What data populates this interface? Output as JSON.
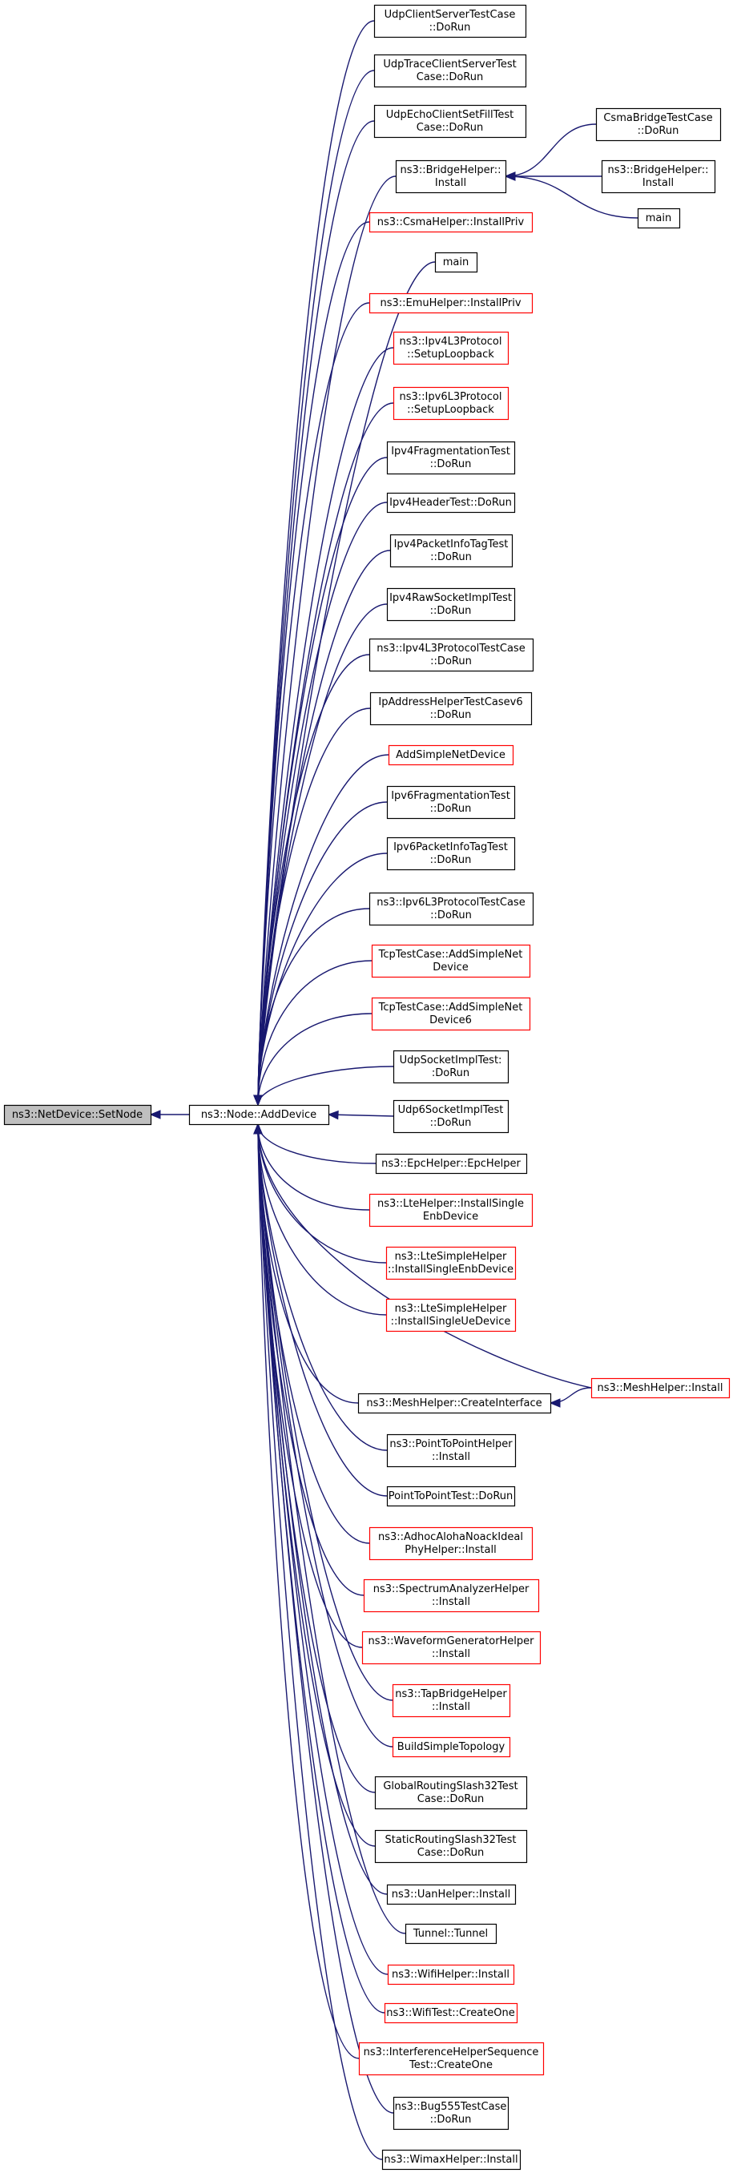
{
  "colors": {
    "edge": "#191970",
    "node_border": "#000000",
    "node_border_truncated": "#ff0000",
    "root_fill": "#bfbfbf"
  },
  "nodes": [
    {
      "id": "setnode",
      "lines": [
        "ns3::NetDevice::SetNode"
      ],
      "style": "root"
    },
    {
      "id": "adddevice",
      "lines": [
        "ns3::Node::AddDevice"
      ],
      "style": "black"
    },
    {
      "id": "c01",
      "lines": [
        "UdpClientServerTestCase",
        "::DoRun"
      ],
      "style": "black"
    },
    {
      "id": "c02",
      "lines": [
        "UdpTraceClientServerTest",
        "Case::DoRun"
      ],
      "style": "black"
    },
    {
      "id": "c03",
      "lines": [
        "UdpEchoClientSetFillTest",
        "Case::DoRun"
      ],
      "style": "black"
    },
    {
      "id": "c04",
      "lines": [
        "ns3::BridgeHelper::",
        "Install"
      ],
      "style": "black"
    },
    {
      "id": "c05",
      "lines": [
        "ns3::CsmaHelper::InstallPriv"
      ],
      "style": "red"
    },
    {
      "id": "c06",
      "lines": [
        "main"
      ],
      "style": "black"
    },
    {
      "id": "c07",
      "lines": [
        "ns3::EmuHelper::InstallPriv"
      ],
      "style": "red"
    },
    {
      "id": "c08",
      "lines": [
        "ns3::Ipv4L3Protocol",
        "::SetupLoopback"
      ],
      "style": "red"
    },
    {
      "id": "c09",
      "lines": [
        "ns3::Ipv6L3Protocol",
        "::SetupLoopback"
      ],
      "style": "red"
    },
    {
      "id": "c10",
      "lines": [
        "Ipv4FragmentationTest",
        "::DoRun"
      ],
      "style": "black"
    },
    {
      "id": "c11",
      "lines": [
        "Ipv4HeaderTest::DoRun"
      ],
      "style": "black"
    },
    {
      "id": "c12",
      "lines": [
        "Ipv4PacketInfoTagTest",
        "::DoRun"
      ],
      "style": "black"
    },
    {
      "id": "c13",
      "lines": [
        "Ipv4RawSocketImplTest",
        "::DoRun"
      ],
      "style": "black"
    },
    {
      "id": "c14",
      "lines": [
        "ns3::Ipv4L3ProtocolTestCase",
        "::DoRun"
      ],
      "style": "black"
    },
    {
      "id": "c15",
      "lines": [
        "IpAddressHelperTestCasev6",
        "::DoRun"
      ],
      "style": "black"
    },
    {
      "id": "c16",
      "lines": [
        "AddSimpleNetDevice"
      ],
      "style": "red"
    },
    {
      "id": "c17",
      "lines": [
        "Ipv6FragmentationTest",
        "::DoRun"
      ],
      "style": "black"
    },
    {
      "id": "c18",
      "lines": [
        "Ipv6PacketInfoTagTest",
        "::DoRun"
      ],
      "style": "black"
    },
    {
      "id": "c19",
      "lines": [
        "ns3::Ipv6L3ProtocolTestCase",
        "::DoRun"
      ],
      "style": "black"
    },
    {
      "id": "c20",
      "lines": [
        "TcpTestCase::AddSimpleNet",
        "Device"
      ],
      "style": "red"
    },
    {
      "id": "c21",
      "lines": [
        "TcpTestCase::AddSimpleNet",
        "Device6"
      ],
      "style": "red"
    },
    {
      "id": "c22",
      "lines": [
        "UdpSocketImplTest:",
        ":DoRun"
      ],
      "style": "black"
    },
    {
      "id": "c23",
      "lines": [
        "Udp6SocketImplTest",
        "::DoRun"
      ],
      "style": "black"
    },
    {
      "id": "c24",
      "lines": [
        "ns3::EpcHelper::EpcHelper"
      ],
      "style": "black"
    },
    {
      "id": "c25",
      "lines": [
        "ns3::LteHelper::InstallSingle",
        "EnbDevice"
      ],
      "style": "red"
    },
    {
      "id": "c26",
      "lines": [
        "ns3::LteSimpleHelper",
        "::InstallSingleEnbDevice"
      ],
      "style": "red"
    },
    {
      "id": "c27",
      "lines": [
        "ns3::LteSimpleHelper",
        "::InstallSingleUeDevice"
      ],
      "style": "red"
    },
    {
      "id": "c28",
      "lines": [
        "ns3::MeshHelper::CreateInterface"
      ],
      "style": "black"
    },
    {
      "id": "c29",
      "lines": [
        "ns3::PointToPointHelper",
        "::Install"
      ],
      "style": "black"
    },
    {
      "id": "c30",
      "lines": [
        "PointToPointTest::DoRun"
      ],
      "style": "black"
    },
    {
      "id": "c31",
      "lines": [
        "ns3::AdhocAlohaNoackIdeal",
        "PhyHelper::Install"
      ],
      "style": "red"
    },
    {
      "id": "c32",
      "lines": [
        "ns3::SpectrumAnalyzerHelper",
        "::Install"
      ],
      "style": "red"
    },
    {
      "id": "c33",
      "lines": [
        "ns3::WaveformGeneratorHelper",
        "::Install"
      ],
      "style": "red"
    },
    {
      "id": "c34",
      "lines": [
        "ns3::TapBridgeHelper",
        "::Install"
      ],
      "style": "red"
    },
    {
      "id": "c35",
      "lines": [
        "BuildSimpleTopology"
      ],
      "style": "red"
    },
    {
      "id": "c36",
      "lines": [
        "GlobalRoutingSlash32Test",
        "Case::DoRun"
      ],
      "style": "black"
    },
    {
      "id": "c37",
      "lines": [
        "StaticRoutingSlash32Test",
        "Case::DoRun"
      ],
      "style": "black"
    },
    {
      "id": "c38",
      "lines": [
        "ns3::UanHelper::Install"
      ],
      "style": "black"
    },
    {
      "id": "c39",
      "lines": [
        "Tunnel::Tunnel"
      ],
      "style": "black"
    },
    {
      "id": "c40",
      "lines": [
        "ns3::WifiHelper::Install"
      ],
      "style": "red"
    },
    {
      "id": "c41",
      "lines": [
        "ns3::WifiTest::CreateOne"
      ],
      "style": "red"
    },
    {
      "id": "c42",
      "lines": [
        "ns3::InterferenceHelperSequence",
        "Test::CreateOne"
      ],
      "style": "red"
    },
    {
      "id": "c43",
      "lines": [
        "ns3::Bug555TestCase",
        "::DoRun"
      ],
      "style": "black"
    },
    {
      "id": "c44",
      "lines": [
        "ns3::WimaxHelper::Install"
      ],
      "style": "black"
    },
    {
      "id": "b1",
      "lines": [
        "CsmaBridgeTestCase",
        "::DoRun"
      ],
      "style": "black"
    },
    {
      "id": "b2",
      "lines": [
        "ns3::BridgeHelper::",
        "Install"
      ],
      "style": "black"
    },
    {
      "id": "b3",
      "lines": [
        "main"
      ],
      "style": "black"
    },
    {
      "id": "m1",
      "lines": [
        "ns3::MeshHelper::Install"
      ],
      "style": "red"
    }
  ],
  "edges": [
    {
      "from": "adddevice",
      "to": "setnode"
    },
    {
      "from": "c01",
      "to": "adddevice"
    },
    {
      "from": "c02",
      "to": "adddevice"
    },
    {
      "from": "c03",
      "to": "adddevice"
    },
    {
      "from": "c04",
      "to": "adddevice"
    },
    {
      "from": "c05",
      "to": "adddevice"
    },
    {
      "from": "c06",
      "to": "adddevice"
    },
    {
      "from": "c07",
      "to": "adddevice"
    },
    {
      "from": "c08",
      "to": "adddevice"
    },
    {
      "from": "c09",
      "to": "adddevice"
    },
    {
      "from": "c10",
      "to": "adddevice"
    },
    {
      "from": "c11",
      "to": "adddevice"
    },
    {
      "from": "c12",
      "to": "adddevice"
    },
    {
      "from": "c13",
      "to": "adddevice"
    },
    {
      "from": "c14",
      "to": "adddevice"
    },
    {
      "from": "c15",
      "to": "adddevice"
    },
    {
      "from": "c16",
      "to": "adddevice"
    },
    {
      "from": "c17",
      "to": "adddevice"
    },
    {
      "from": "c18",
      "to": "adddevice"
    },
    {
      "from": "c19",
      "to": "adddevice"
    },
    {
      "from": "c20",
      "to": "adddevice"
    },
    {
      "from": "c21",
      "to": "adddevice"
    },
    {
      "from": "c22",
      "to": "adddevice"
    },
    {
      "from": "c23",
      "to": "adddevice"
    },
    {
      "from": "c24",
      "to": "adddevice"
    },
    {
      "from": "c25",
      "to": "adddevice"
    },
    {
      "from": "c26",
      "to": "adddevice"
    },
    {
      "from": "c27",
      "to": "adddevice"
    },
    {
      "from": "m1",
      "to": "adddevice"
    },
    {
      "from": "c28",
      "to": "adddevice"
    },
    {
      "from": "c29",
      "to": "adddevice"
    },
    {
      "from": "c30",
      "to": "adddevice"
    },
    {
      "from": "c31",
      "to": "adddevice"
    },
    {
      "from": "c32",
      "to": "adddevice"
    },
    {
      "from": "c33",
      "to": "adddevice"
    },
    {
      "from": "c34",
      "to": "adddevice"
    },
    {
      "from": "c35",
      "to": "adddevice"
    },
    {
      "from": "c36",
      "to": "adddevice"
    },
    {
      "from": "c37",
      "to": "adddevice"
    },
    {
      "from": "c38",
      "to": "adddevice"
    },
    {
      "from": "c39",
      "to": "adddevice"
    },
    {
      "from": "c40",
      "to": "adddevice"
    },
    {
      "from": "c41",
      "to": "adddevice"
    },
    {
      "from": "c42",
      "to": "adddevice"
    },
    {
      "from": "c43",
      "to": "adddevice"
    },
    {
      "from": "c44",
      "to": "adddevice"
    },
    {
      "from": "b1",
      "to": "c04"
    },
    {
      "from": "b2",
      "to": "c04"
    },
    {
      "from": "b3",
      "to": "c04"
    },
    {
      "from": "m1",
      "to": "c28"
    }
  ]
}
